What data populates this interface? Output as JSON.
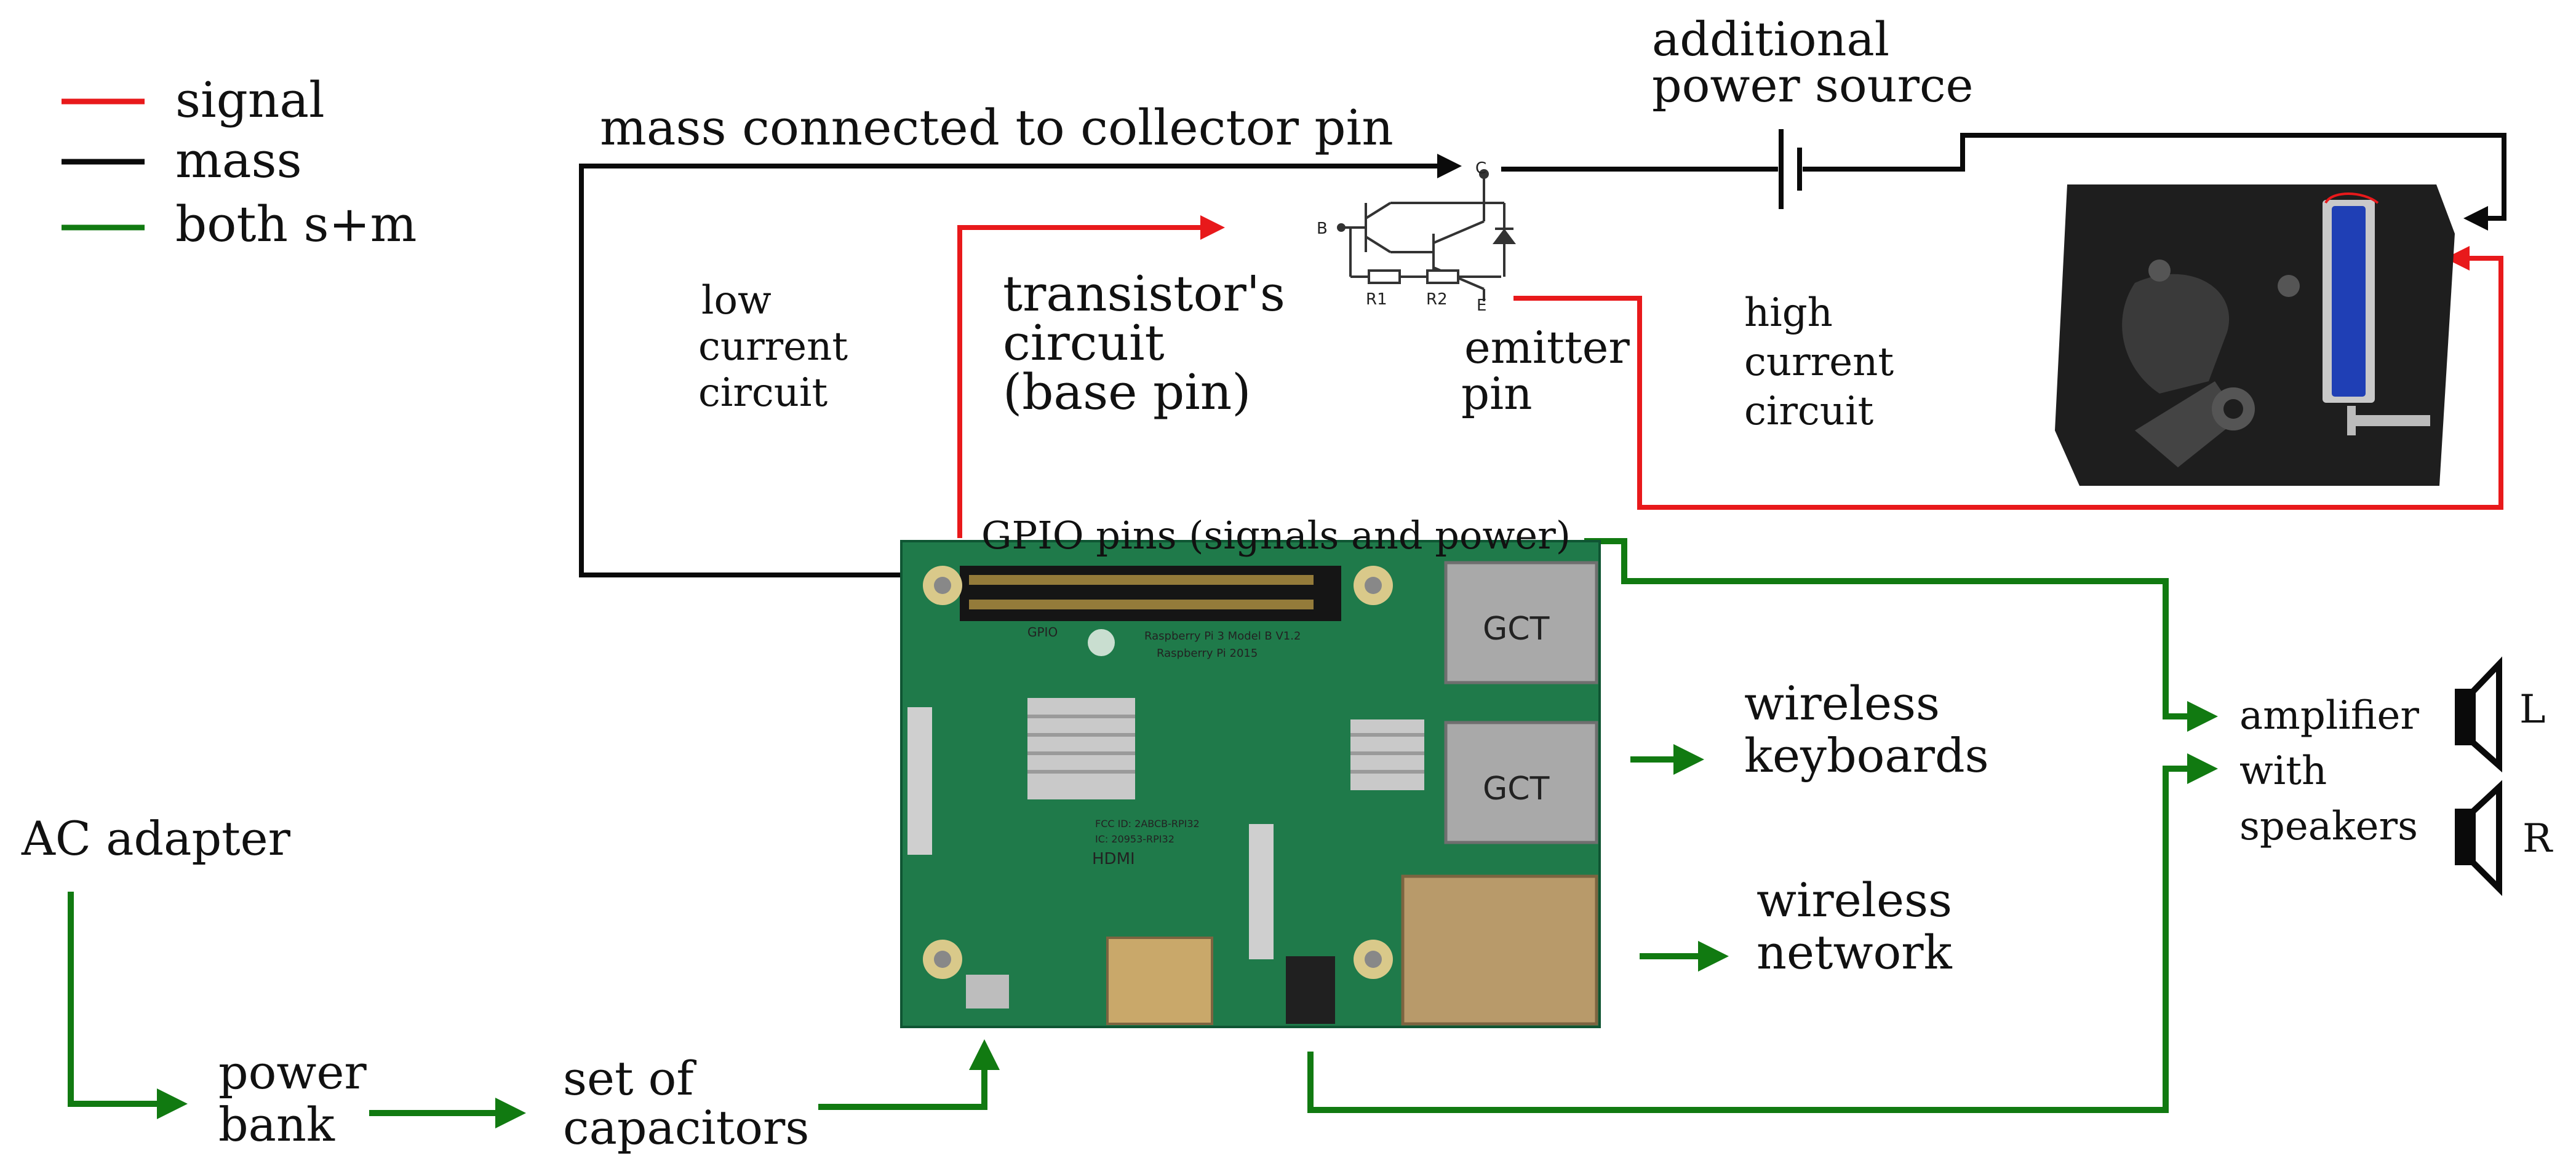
{
  "legend": {
    "signal": "signal",
    "mass": "mass",
    "both": "both s+m"
  },
  "colors": {
    "signal": "#e8191b",
    "mass": "#0a0a0a",
    "both": "#117a11",
    "pcb": "#1f7a4a",
    "lock_body": "#1e1e1e",
    "solenoid": "#1f3fb5"
  },
  "labels": {
    "mass_to_collector": "mass connected to collector pin",
    "additional_power_line1": "additional",
    "additional_power_line2": "power source",
    "low_current_line1": "low",
    "low_current_line2": "current",
    "low_current_line3": "circuit",
    "transistor_line1": "transistor's",
    "transistor_line2": "circuit",
    "transistor_line3": "(base pin)",
    "emitter_line1": "emitter",
    "emitter_line2": "pin",
    "high_current_line1": "high",
    "high_current_line2": "current",
    "high_current_line3": "circuit",
    "gpio": "GPIO pins (signals and power)",
    "wireless_keyboards_line1": "wireless",
    "wireless_keyboards_line2": "keyboards",
    "wireless_network_line1": "wireless",
    "wireless_network_line2": "network",
    "amplifier_line1": "amplifier",
    "amplifier_line2": "with",
    "amplifier_line3": "speakers",
    "speaker_left": "L",
    "speaker_right": "R",
    "ac_adapter": "AC adapter",
    "power_bank_line1": "power",
    "power_bank_line2": "bank",
    "capacitors_line1": "set of",
    "capacitors_line2": "capacitors"
  },
  "schematic": {
    "pin_c": "C",
    "pin_b": "B",
    "pin_e": "E",
    "r1": "R1",
    "r2": "R2"
  },
  "board": {
    "usb1": "GCT",
    "usb2": "GCT",
    "gpio_silk": "GPIO",
    "model": "Raspberry Pi 3 Model B V1.2",
    "year": "Raspberry Pi 2015",
    "hdmi": "HDMI",
    "fcc_line1": "FCC ID: 2ABCB-RPI32",
    "fcc_line2": "IC: 20953-RPI32"
  }
}
